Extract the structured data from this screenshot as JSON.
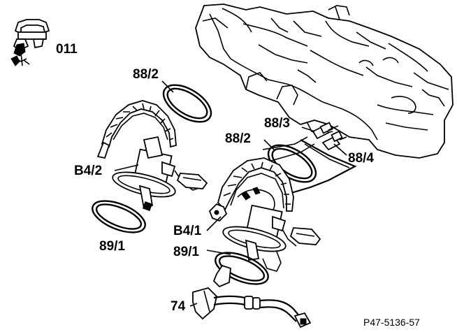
{
  "labels": {
    "tool": "011",
    "seal_left_top": "88/2",
    "pipe_outlet": "88/3",
    "seal_right_top": "88/2",
    "pipe_return": "88/4",
    "sender_left": "B4/2",
    "sender_right": "B4/1",
    "seal_left_bottom": "89/1",
    "seal_right_bottom": "89/1",
    "hose": "74"
  },
  "reference_code": "P47-5136-57",
  "colors": {
    "line": "#000000",
    "background": "#ffffff"
  }
}
